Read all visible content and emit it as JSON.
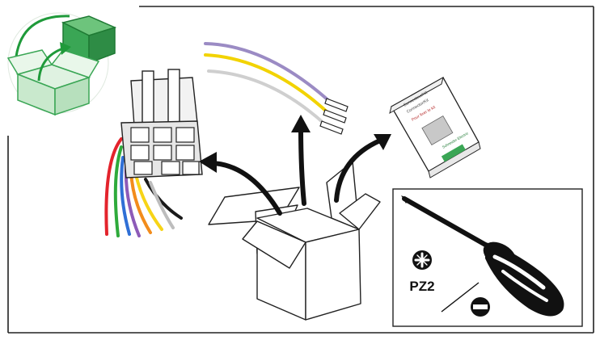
{
  "tools": {
    "bit_label": "PZ2"
  },
  "manual": {
    "cover_lines": [
      "Connecteur/Kit",
      "Connector/Kit",
      "Pour fixer le kit"
    ],
    "brand": "Schneider Electric"
  },
  "colors": {
    "box_green": "#3aa655",
    "box_green_dark": "#1f7a34",
    "wire_purple": "#9b8bc4",
    "wire_yellow": "#f2d300",
    "wire_grey": "#cfcfcf",
    "harness_red": "#e3232c",
    "harness_green": "#2eaa3b",
    "harness_blue": "#2f6fd6",
    "harness_purple": "#8d5bb8",
    "harness_orange": "#f28c1c",
    "harness_yellow": "#f7d417",
    "harness_black": "#1a1a1a",
    "harness_white": "#e6e6e6"
  },
  "icons": [
    "green-box-icon",
    "connector-icon",
    "wires-icon",
    "manual-icon",
    "box-icon",
    "screwdriver-icon",
    "pozidriv-icon",
    "flathead-icon"
  ]
}
